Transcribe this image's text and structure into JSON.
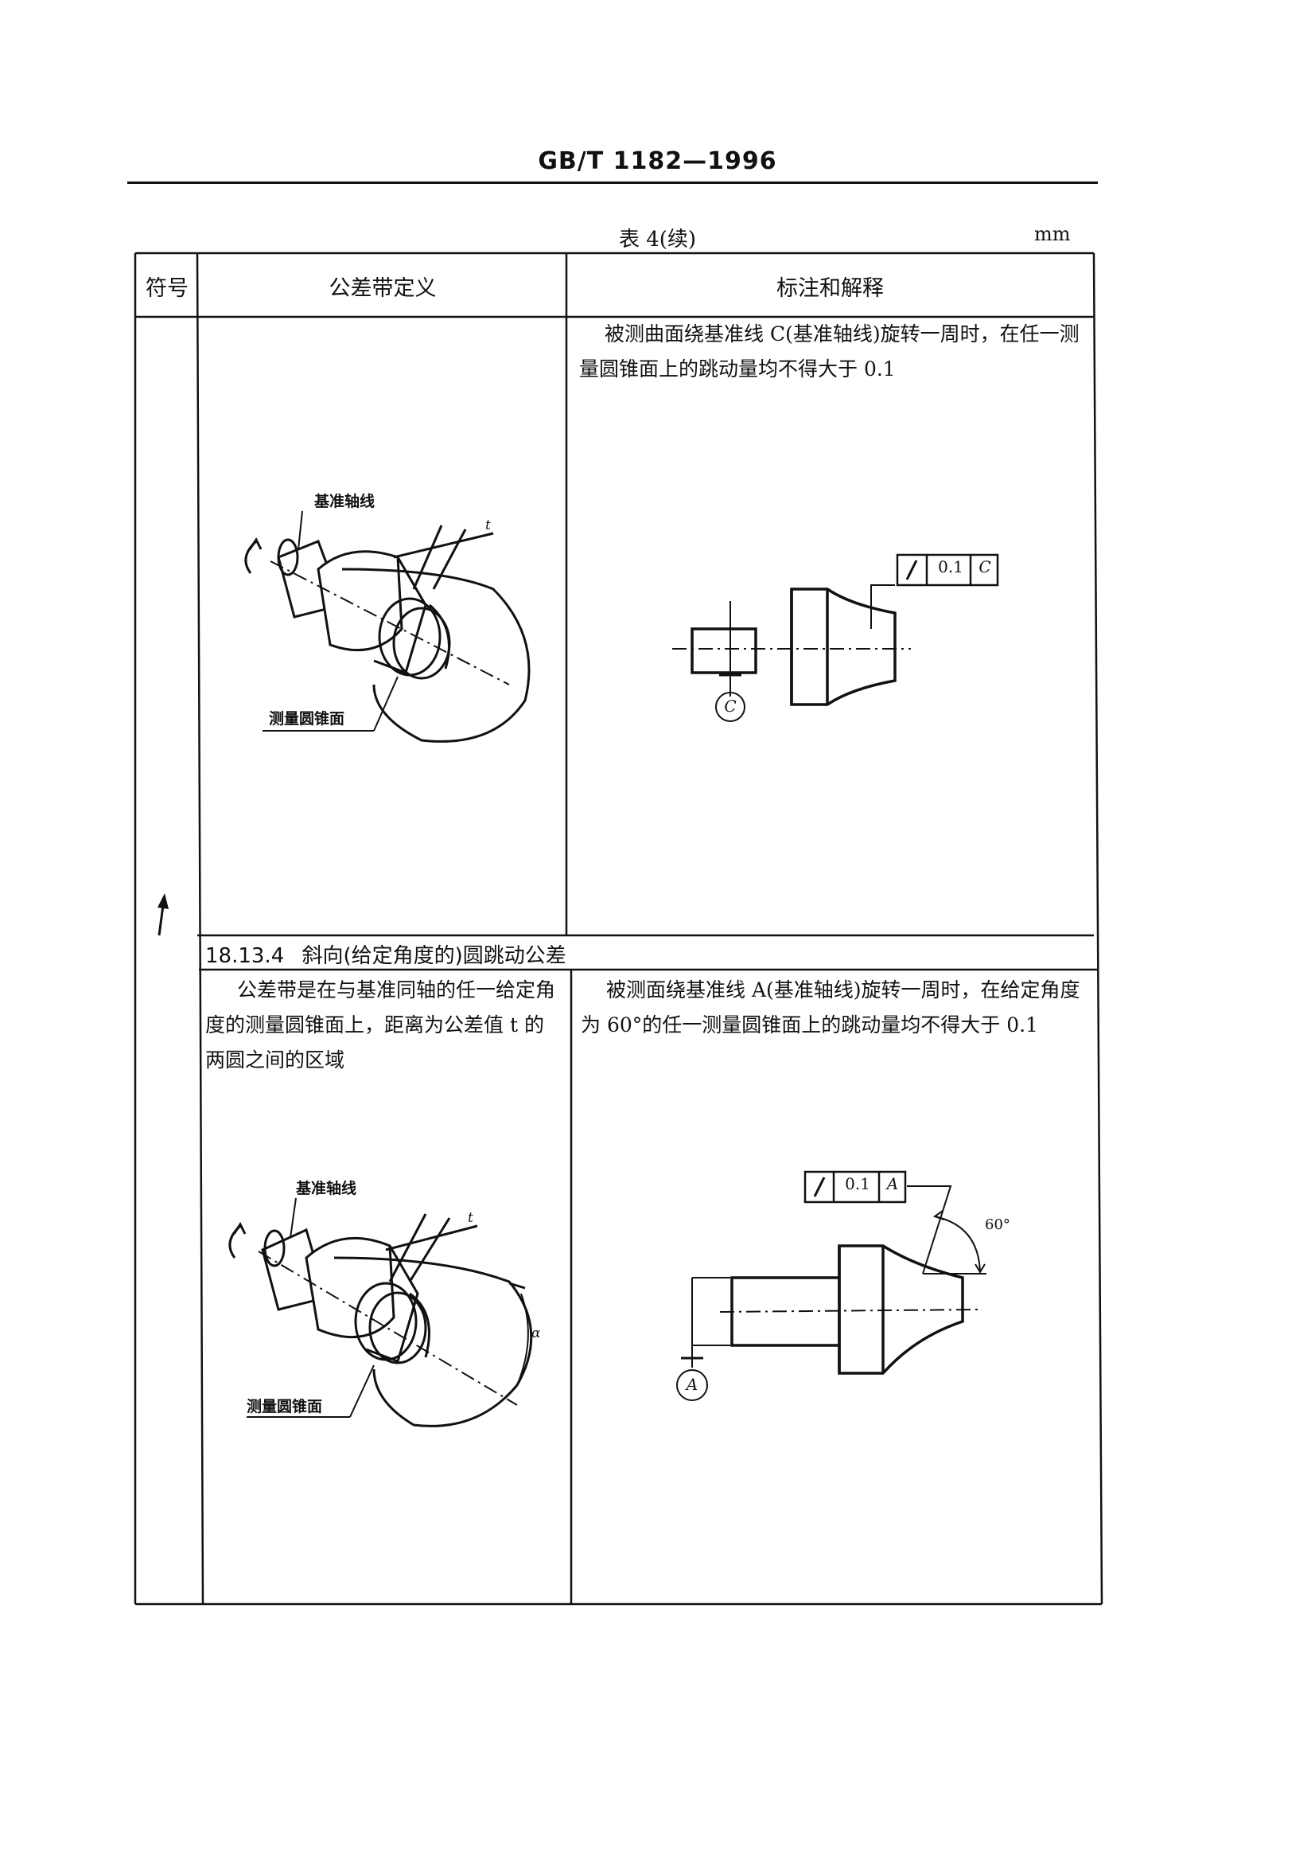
{
  "header": {
    "standard": "GB/T 1182—1996"
  },
  "table": {
    "caption": "表 4(续)",
    "unit": "mm",
    "columns": {
      "symbol": "符号",
      "definition": "公差带定义",
      "annotation": "标注和解释"
    },
    "row1": {
      "annotation_text": "被测曲面绕基准线 C(基准轴线)旋转一周时，在任一测量圆锥面上的跳动量均不得大于 0.1",
      "diagram_labels": {
        "axis": "基准轴线",
        "t": "t",
        "cone": "测量圆锥面"
      },
      "frame": {
        "symbol": "/",
        "value": "0.1",
        "datum": "C"
      },
      "datum_label": "C"
    },
    "section": {
      "number": "18.13.4",
      "title": "斜向(给定角度的)圆跳动公差"
    },
    "row2": {
      "definition_text": "公差带是在与基准同轴的任一给定角度的测量圆锥面上，距离为公差值 t 的两圆之间的区域",
      "annotation_text": "被测面绕基准线 A(基准轴线)旋转一周时，在给定角度为 60°的任一测量圆锥面上的跳动量均不得大于 0.1",
      "diagram_labels": {
        "axis": "基准轴线",
        "t": "t",
        "alpha": "α",
        "cone": "测量圆锥面"
      },
      "frame": {
        "symbol": "/",
        "value": "0.1",
        "datum": "A"
      },
      "angle_label": "60°",
      "datum_label": "A"
    }
  }
}
